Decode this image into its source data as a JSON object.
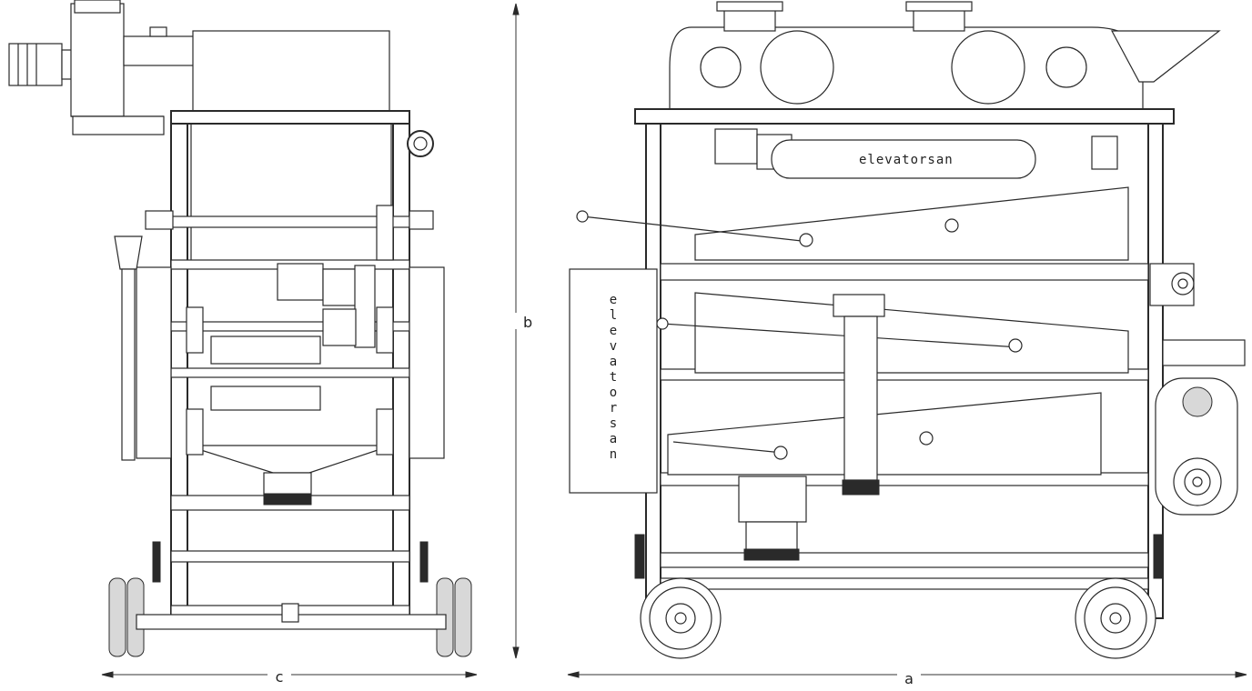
{
  "dimensions": {
    "width_label": "c",
    "height_label": "b",
    "length_label": "a"
  },
  "branding": {
    "side_panel_letters": [
      "e",
      "l",
      "e",
      "v",
      "a",
      "t",
      "o",
      "r",
      "s",
      "a",
      "n"
    ],
    "belt_guard_text": "elevatorsan"
  },
  "colors": {
    "line": "#2a2a2a",
    "background": "#ffffff",
    "fill_gray": "#d8d8d8"
  }
}
